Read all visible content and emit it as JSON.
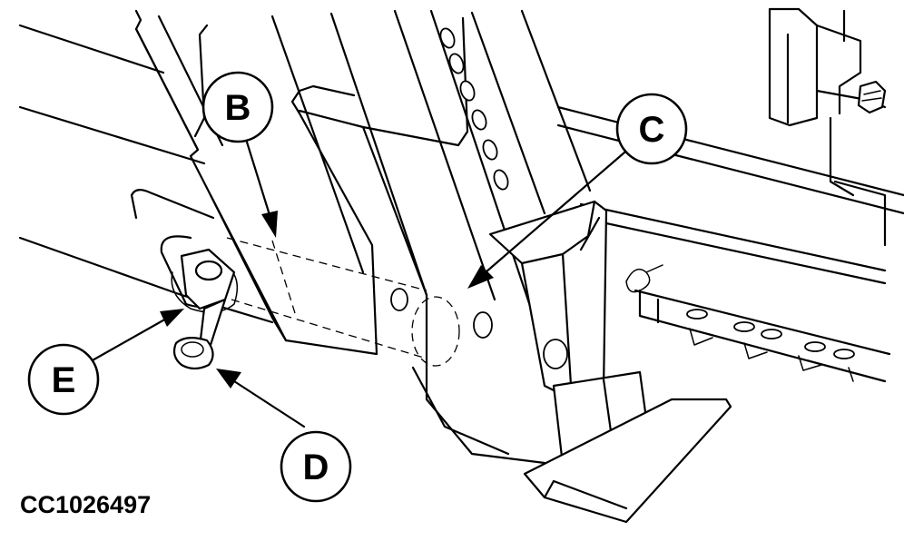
{
  "figure_id": "CC1026497",
  "callouts": {
    "b": "B",
    "c": "C",
    "d": "D",
    "e": "E"
  },
  "colors": {
    "line": "#000000",
    "background": "#ffffff"
  }
}
